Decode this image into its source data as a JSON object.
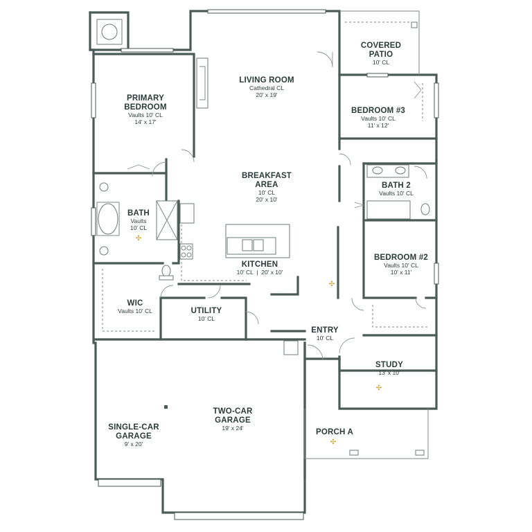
{
  "rooms": {
    "covered_patio": {
      "name_line1": "COVERED",
      "name_line2": "PATIO",
      "ceiling": "10' CL"
    },
    "living_room": {
      "name": "LIVING ROOM",
      "ceiling": "Cathedral CL",
      "size": "20' x 19'"
    },
    "primary_bedroom": {
      "name_line1": "PRIMARY",
      "name_line2": "BEDROOM",
      "ceiling": "Vaults 10' CL",
      "size": "14' x 17'"
    },
    "bedroom3": {
      "name": "BEDROOM #3",
      "ceiling": "Vaults 10' CL",
      "size": "11' x 12'"
    },
    "breakfast_area": {
      "name_line1": "BREAKFAST",
      "name_line2": "AREA",
      "ceiling": "10' CL",
      "size": "20' x 10'"
    },
    "bath2": {
      "name": "BATH 2",
      "ceiling": "Vaults 10' CL"
    },
    "bath": {
      "name": "BATH",
      "ceiling_line1": "Vaults",
      "ceiling_line2": "10' CL"
    },
    "bedroom2": {
      "name": "BEDROOM #2",
      "ceiling": "Vaults 10' CL",
      "size": "10' x 11'"
    },
    "kitchen": {
      "name": "KITCHEN",
      "ceiling_size": "10' CL  |  20' x 10'"
    },
    "wic": {
      "name": "WIC",
      "ceiling": "Vaults 10' CL"
    },
    "utility": {
      "name": "UTILITY",
      "ceiling": "10' CL"
    },
    "entry": {
      "name": "ENTRY",
      "ceiling": "10' CL"
    },
    "study": {
      "name": "STUDY",
      "size": "13' x 10'"
    },
    "two_car_garage": {
      "name_line1": "TWO-CAR",
      "name_line2": "GARAGE",
      "size": "19' x 24'"
    },
    "single_car_garage": {
      "name_line1": "SINGLE-CAR",
      "name_line2": "GARAGE",
      "size": "9' x 20'"
    },
    "porch_a": {
      "name": "PORCH A"
    }
  },
  "colors": {
    "wall": "#4a5a56",
    "text": "#2b3b37",
    "fan_icon": "#c8a02a"
  },
  "icons": [
    "ceiling-fan-icon",
    "water-heater-icon",
    "toilet-icon",
    "sink-icon",
    "bathtub-icon",
    "cooktop-icon"
  ]
}
